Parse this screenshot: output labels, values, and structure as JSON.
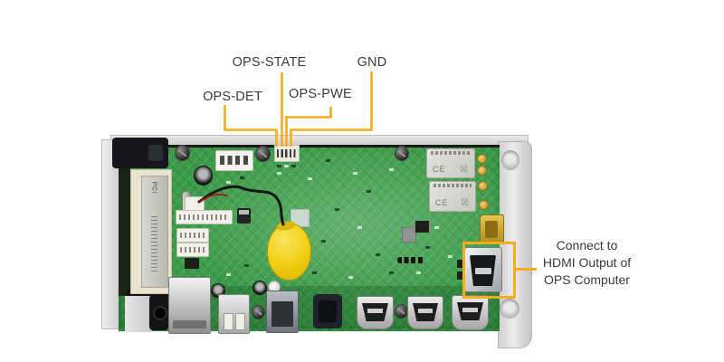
{
  "annotations": {
    "line_color": "#F5AC1E",
    "text_color": "#3B3B3B",
    "pin_labels": {
      "ops_state": "OPS-STATE",
      "gnd": "GND",
      "ops_det": "OPS-DET",
      "ops_pwe": "OPS-PWE"
    },
    "hdmi_note": {
      "line1": "Connect to",
      "line2": "HDMI Output of",
      "line3": "OPS Computer"
    }
  },
  "board": {
    "edge_connector_text": "PCI",
    "wifi_module_marking": "CE",
    "weee_symbol": "☒",
    "colors": {
      "pcb_green": "#3B9B49",
      "battery_yellow": "#F2D015",
      "chassis_gray": "#DCDCDC"
    }
  }
}
